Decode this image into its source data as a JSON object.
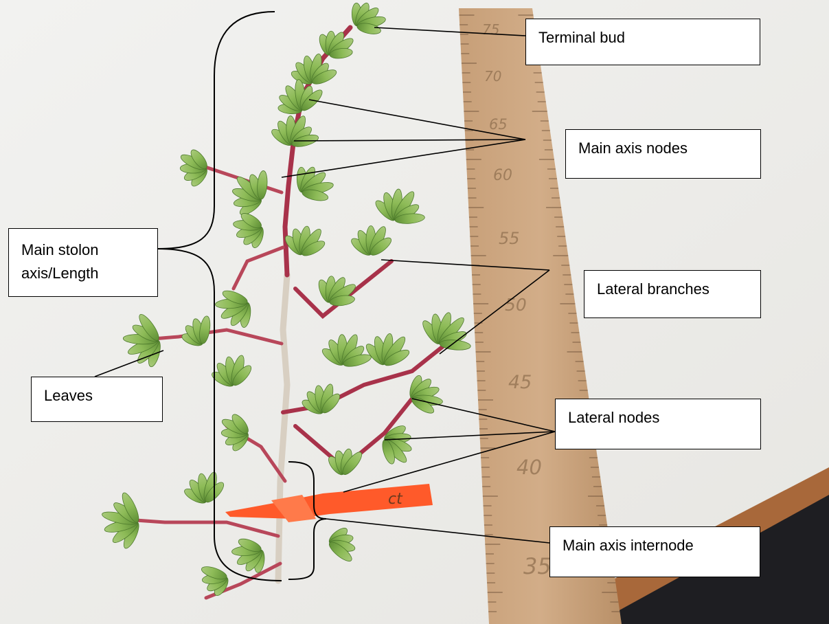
{
  "labels": {
    "terminal_bud": "Terminal bud",
    "main_axis_nodes": "Main axis nodes",
    "main_stolon": "Main stolon axis/Length",
    "lateral_branches": "Lateral branches",
    "leaves": "Leaves",
    "lateral_nodes": "Lateral nodes",
    "main_axis_internode": "Main axis internode"
  },
  "ruler": {
    "marks": [
      "75",
      "70",
      "65",
      "60",
      "55",
      "50",
      "45",
      "40",
      "35"
    ]
  },
  "tag": {
    "text": "ct"
  },
  "colors": {
    "background": "#f4f4f2",
    "ruler_wood": "#c9a27d",
    "leaf_green": "#7aa64a",
    "stem_red": "#a8324a",
    "stem_pale": "#d8cfc2",
    "flag_tape": "#ff5a2a",
    "annotation_line": "#000000"
  }
}
